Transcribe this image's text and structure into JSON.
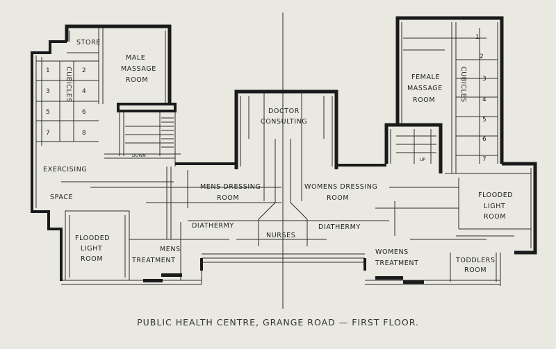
{
  "caption": "PUBLIC HEALTH CENTRE, GRANGE ROAD — FIRST FLOOR.",
  "rooms": {
    "store": "STORE",
    "male_massage_1": "MALE",
    "male_massage_2": "MASSAGE",
    "male_massage_3": "ROOM",
    "doctor_1": "DOCTOR",
    "doctor_2": "CONSULTING",
    "female_massage_1": "FEMALE",
    "female_massage_2": "MASSAGE",
    "female_massage_3": "ROOM",
    "cubicles_left": "CUBICLES",
    "cubicles_right": "CUBICLES",
    "exercising": "EXERCISING",
    "space": "SPACE",
    "down": "DOWN",
    "up": "UP",
    "mens_dressing_1": "MENS DRESSING",
    "mens_dressing_2": "ROOM",
    "womens_dressing_1": "WOMENS DRESSING",
    "womens_dressing_2": "ROOM",
    "flooded_right_1": "FLOODED",
    "flooded_right_2": "LIGHT",
    "flooded_right_3": "ROOM",
    "diathermy_left": "DIATHERMY",
    "diathermy_right": "DIATHERMY",
    "nurses": "NURSES",
    "flooded_left_1": "FLOODED",
    "flooded_left_2": "LIGHT",
    "flooded_left_3": "ROOM",
    "mens_treatment_1": "MENS",
    "mens_treatment_2": "TREATMENT",
    "womens_treatment_1": "WOMENS",
    "womens_treatment_2": "TREATMENT",
    "toddlers_1": "TODDLERS",
    "toddlers_2": "ROOM"
  },
  "cubicle_numbers_left": [
    "1",
    "2",
    "3",
    "4",
    "5",
    "6",
    "7",
    "8"
  ],
  "cubicle_numbers_right": [
    "1",
    "2",
    "3",
    "4",
    "5",
    "6",
    "7"
  ]
}
